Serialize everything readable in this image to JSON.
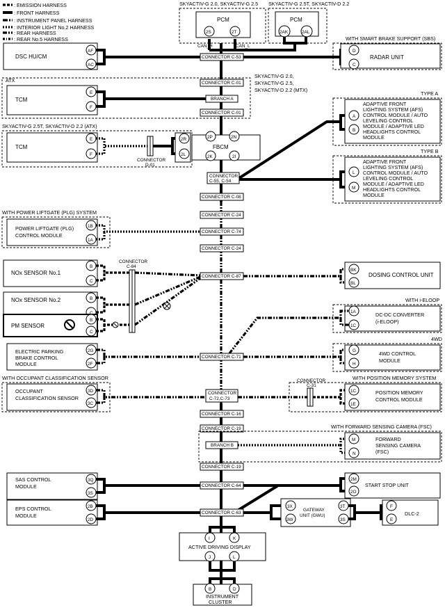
{
  "legend": {
    "items": [
      ": EMISSION HARNESS",
      ": FRONT HARNESS",
      ": INSTRUMENT PANEL HARNESS",
      ": INTERIOR LIGHT No.2 HARNESS",
      ": REAR HARNESS",
      ": REAR No.5 HARNESS"
    ]
  },
  "top": {
    "engine_label_1": "SKYACTIV-G 2.0, SKYACTIV-G 2.5",
    "engine_label_2": "SKYACTIV-G 2.5T, SKYACTIV-D 2.2",
    "pcm_1": "PCM",
    "pcm_2": "PCM",
    "pin_2s": "2S",
    "pin_2t": "2T",
    "pin_2ak": "2AK",
    "pin_2al": "2AL",
    "can_h": "CAN_H",
    "can_l": "CAN_L"
  },
  "connectors": {
    "c53": "CONNECTOR C-53",
    "c01a": "CONNECTOR C-01",
    "branch_a": "BRANCH A",
    "c01b": "CONNECTOR C-01",
    "c55_l1": "CONNECTOR",
    "c55_l2": "C-55, C-54",
    "c08": "CONNECTOR C-08",
    "c24a": "CONNECTOR C-24",
    "c74": "CONNECTOR C-74",
    "c24b": "CONNECTOR C-24",
    "c87": "CONNECTOR C-87",
    "c71": "CONNECTOR C-71",
    "c72_l1": "CONNECTOR",
    "c72_l2": "C-72,C-73",
    "c16": "CONNECTOR C-16",
    "c19a": "CONNECTOR C-19",
    "branch_b": "BRANCH B",
    "c19b": "CONNECTOR C-19",
    "c64": "CONNECTOR C-64",
    "c63": "CONNECTOR C-63",
    "c84_l1": "CONNECTOR",
    "c84_l2": "C-84",
    "d01_l1": "CONNECTOR",
    "d01_l2": "D-01",
    "c31_l1": "CONNECTOR",
    "c31_l2": "C-31"
  },
  "modules": {
    "dsc": "DSC HU/CM",
    "dsc_af": "AF",
    "dsc_ac": "AC",
    "sbs_cond": "WITH SMART BRAKE SUPPORT (SBS)",
    "radar": "RADAR UNIT",
    "radar_d": "D",
    "radar_c": "C",
    "atx": "ATX",
    "tcm1": "TCM",
    "tcm1_e": "E",
    "tcm1_f": "F",
    "mtx_l1": "SKYACTIV-G 2.0,",
    "mtx_l2": "SKYACTIV-G 2.5,",
    "mtx_l3": "SKYACTIV-D 2.2 (MTX)",
    "atx2_cond": "SKYACTIV-G 2.5T, SKYACTIV-D 2.2 (ATX)",
    "tcm2": "TCM",
    "tcm2_e": "E",
    "tcm2_f": "F",
    "pin_2r_a": "2R",
    "pin_2l_a": "2L",
    "fbcm": "FBCM",
    "fbcm_2p": "2P",
    "fbcm_2n": "2N",
    "fbcm_2k": "2K",
    "fbcm_2i": "2I",
    "type_a": "TYPE A",
    "afs_a": [
      "ADAPTIVE FRONT",
      "LIGHTING SYSTEM (AFS)",
      "CONTROL MODULE / AUTO",
      "LEVELING CONTROL",
      "MODULE / ADAPTIVE LED",
      "HEADLIGHTS CONTROL",
      "MODULE"
    ],
    "afs_a_a": "A",
    "afs_a_b": "B",
    "type_b": "TYPE B",
    "afs_b": [
      "ADAPTIVE FRONT",
      "LIGHTING SYSTEM (AFS)",
      "CONTROL MODULE / AUTO",
      "LEVELING CONTROL",
      "MODULE / ADAPTIVE LED",
      "HEADLIGHTS CONTROL",
      "MODULE"
    ],
    "afs_b_l": "L",
    "afs_b_m": "M",
    "plg_cond": "WITH POWER LIFTGATE (PLG) SYSTEM",
    "plg_1": "POWER LIFTGATE (PLG)",
    "plg_2": "CONTROL MODULE",
    "plg_1b": "1B",
    "plg_1a": "1A",
    "nox1": "NOx SENSOR No.1",
    "nox1_b": "B",
    "nox1_c": "C",
    "nox2": "NOx SENSOR No.2",
    "nox2_b": "B",
    "nox2_c": "C",
    "pm": "PM SENSOR",
    "pm_b": "B",
    "pm_c": "C",
    "dosing": "DOSING CONTROL UNIT",
    "dosing_bk": "BK",
    "dosing_bl": "BL",
    "ieloop_cond": "WITH i-ELOOP",
    "dcdc_1": "DC-DC CONVERTER",
    "dcdc_2": "(i-ELOOP)",
    "dcdc_1a": "1A",
    "dcdc_1c": "1C",
    "epb_1": "ELECTRIC PARKING",
    "epb_2": "BRAKE CONTROL",
    "epb_3": "MODULE",
    "epb_2g": "2G",
    "epb_2f": "2F",
    "fwd_cond": "4WD",
    "fwd_1": "4WD CONTROL",
    "fwd_2": "MODULE",
    "fwd_g": "G",
    "fwd_h": "H",
    "occ_cond": "WITH OCCUPANT CLASSIFICATION SENSOR",
    "occ_1": "OCCUPANT",
    "occ_2": "CLASSIFICATION SENSOR",
    "occ_3d": "3D",
    "occ_3c": "3C",
    "pos_cond": "WITH POSITION MEMORY SYSTEM",
    "pos_1": "POSITION MEMORY",
    "pos_2": "CONTROL MODULE",
    "pos_1c": "1C",
    "pos_1e": "1E",
    "fsc_cond": "WITH FORWARD SENSING CAMERA (FSC)",
    "fsc_1": "FORWARD",
    "fsc_2": "SENSING CAMERA",
    "fsc_3": "(FSC)",
    "fsc_m": "M",
    "fsc_n": "N",
    "sas_1": "SAS CONTROL",
    "sas_2": "MODULE",
    "sas_3q": "3Q",
    "sas_3s": "3S",
    "ss": "START STOP UNIT",
    "ss_2m": "2M",
    "ss_2o": "2O",
    "eps_1": "EPS CONTROL",
    "eps_2": "MODULE",
    "eps_2b": "2B",
    "eps_2d": "2D",
    "gw_1": "GATEWAY",
    "gw_2": "UNIT (GWU)",
    "gw_3x": "3X",
    "gw_3w": "3W",
    "gw_3t": "3T",
    "gw_3s": "3S",
    "dlc": "DLC-2",
    "dlc_f": "F",
    "dlc_e": "E",
    "add": "ACTIVE DRIVING DISPLAY",
    "add_i": "I",
    "add_k": "K",
    "add_j": "J",
    "add_l": "L",
    "ic_1": "INSTRUMENT",
    "ic_2": "CLUSTER",
    "ic_b": "B",
    "ic_d": "D"
  }
}
